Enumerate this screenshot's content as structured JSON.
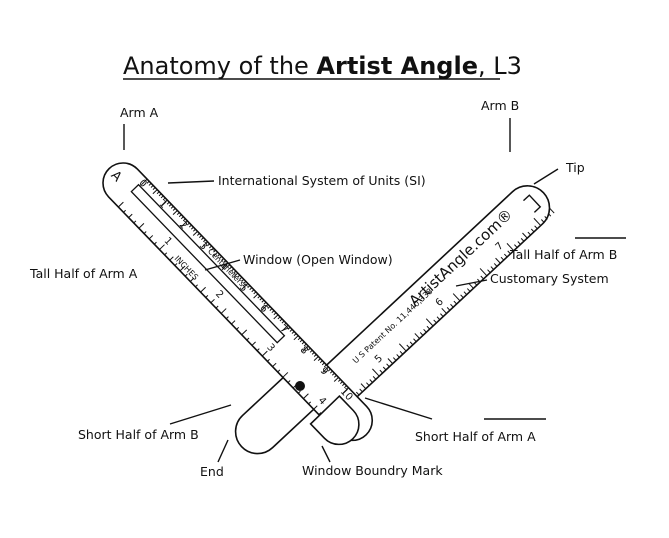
{
  "title": {
    "prefix": "Anatomy of the ",
    "emphasis": "Artist Angle",
    "suffix": ", L3"
  },
  "ruler": {
    "arm_a_letter": "A",
    "arm_a_scale_numbers": [
      "0",
      "1",
      "2",
      "3",
      "4",
      "5",
      "6",
      "7",
      "8",
      "9",
      "10"
    ],
    "arm_a_inch_numbers": [
      "1",
      "2",
      "3",
      "4"
    ],
    "arm_a_inch_small_label": "INCHES",
    "arm_a_cm_small_label": "Centimeters",
    "arm_b_brand": "ArtistAngle.com®",
    "arm_b_patent": "U S Patent No. 11,440,338",
    "arm_b_scale_numbers": [
      "5",
      "6",
      "7"
    ],
    "arm_b_short_numbers": [
      "0"
    ]
  },
  "labels": {
    "arm_a": "Arm A",
    "arm_b": "Arm B",
    "tip": "Tip",
    "si": "International System of Units  (SI)",
    "window": "Window (Open Window)",
    "tall_half_a": "Tall Half of Arm A",
    "tall_half_b": "Tall Half of Arm B",
    "customary": "Customary System",
    "short_half_b": "Short Half of  Arm B",
    "short_half_a": "Short Half of Arm A",
    "end": "End",
    "window_boundary": "Window Boundry Mark"
  }
}
